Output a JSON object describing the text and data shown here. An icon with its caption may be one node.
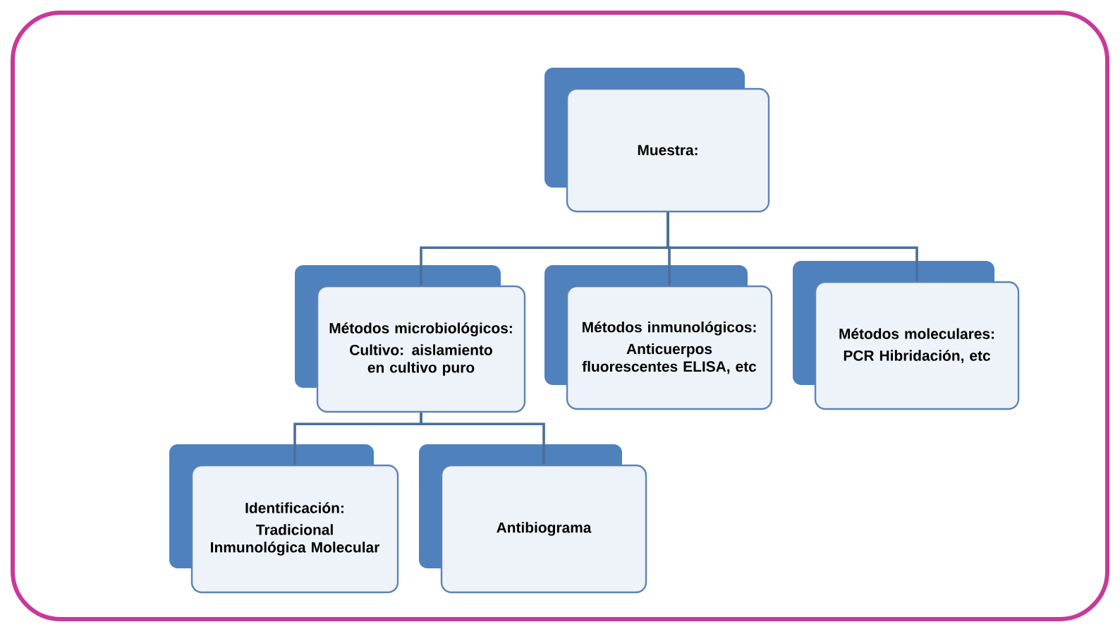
{
  "diagram": {
    "nodes": [
      {
        "text": [
          "Muestra:"
        ]
      },
      {
        "text": [
          "Métodos microbiológicos:",
          "Cultivo: aislamiento en cultivo puro"
        ]
      },
      {
        "text": [
          "Métodos inmunológicos:",
          "Anticuerpos fluorescentes ELISA, etc"
        ]
      },
      {
        "text": [
          "Métodos moleculares:",
          "PCR Hibridación, etc"
        ]
      },
      {
        "text": [
          "Identificación:",
          "Tradicional Inmunológica Molecular"
        ]
      },
      {
        "text": [
          "Antibiograma"
        ]
      }
    ],
    "edges": [
      {
        "from": 0,
        "to": 1,
        "arrow": "none"
      },
      {
        "from": 0,
        "to": 2,
        "arrow": "none"
      },
      {
        "from": 0,
        "to": 3,
        "arrow": "none"
      },
      {
        "from": 1,
        "to": 4,
        "arrow": "none"
      },
      {
        "from": 1,
        "to": 5,
        "arrow": "none"
      }
    ]
  }
}
